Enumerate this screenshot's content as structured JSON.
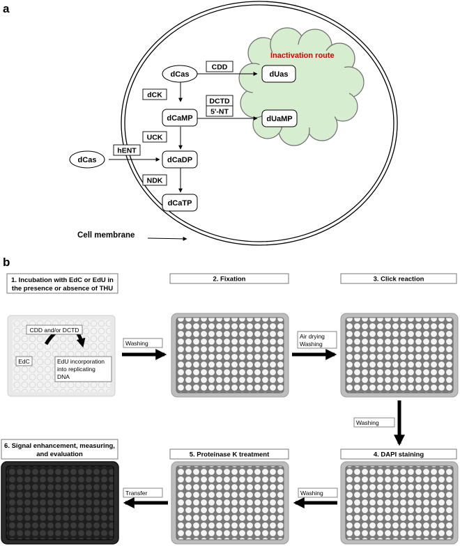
{
  "panel_a": {
    "label": "a",
    "inactivation_route": "Inactivation route",
    "nodes": {
      "dcas_inside": "dCas",
      "dcas_outside": "dCas",
      "dcamp": "dCaMP",
      "dcadp": "dCaDP",
      "dcatp": "dCaTP",
      "duas": "dUas",
      "duamp": "dUaMP"
    },
    "enzymes": {
      "cdd": "CDD",
      "dck": "dCK",
      "dctd": "DCTD",
      "nt5": "5'-NT",
      "uck": "UCK",
      "hent": "hENT",
      "ndk": "NDK"
    },
    "cell_membrane": "Cell membrane"
  },
  "panel_b": {
    "label": "b",
    "steps": {
      "s1_line1": "1. Incubation with EdC or EdU in",
      "s1_line2": "the presence or absence of THU",
      "s2": "2. Fixation",
      "s3": "3. Click reaction",
      "s4": "4. DAPI staining",
      "s5": "5. Proteinase K treatment",
      "s6_line1": "6. Signal enhancement, measuring,",
      "s6_line2": "and evaluation"
    },
    "well_inset": {
      "enzyme": "CDD and/or DCTD",
      "substrate": "EdC",
      "product_line1": "EdU incorporation",
      "product_line2": "into replicating",
      "product_line3": "DNA"
    },
    "arrows": {
      "a12": "Washing",
      "a23_line1": "Air drying",
      "a23_line2": "Washing",
      "a34": "Washing",
      "a45": "Washing",
      "a56": "Transfer"
    }
  }
}
